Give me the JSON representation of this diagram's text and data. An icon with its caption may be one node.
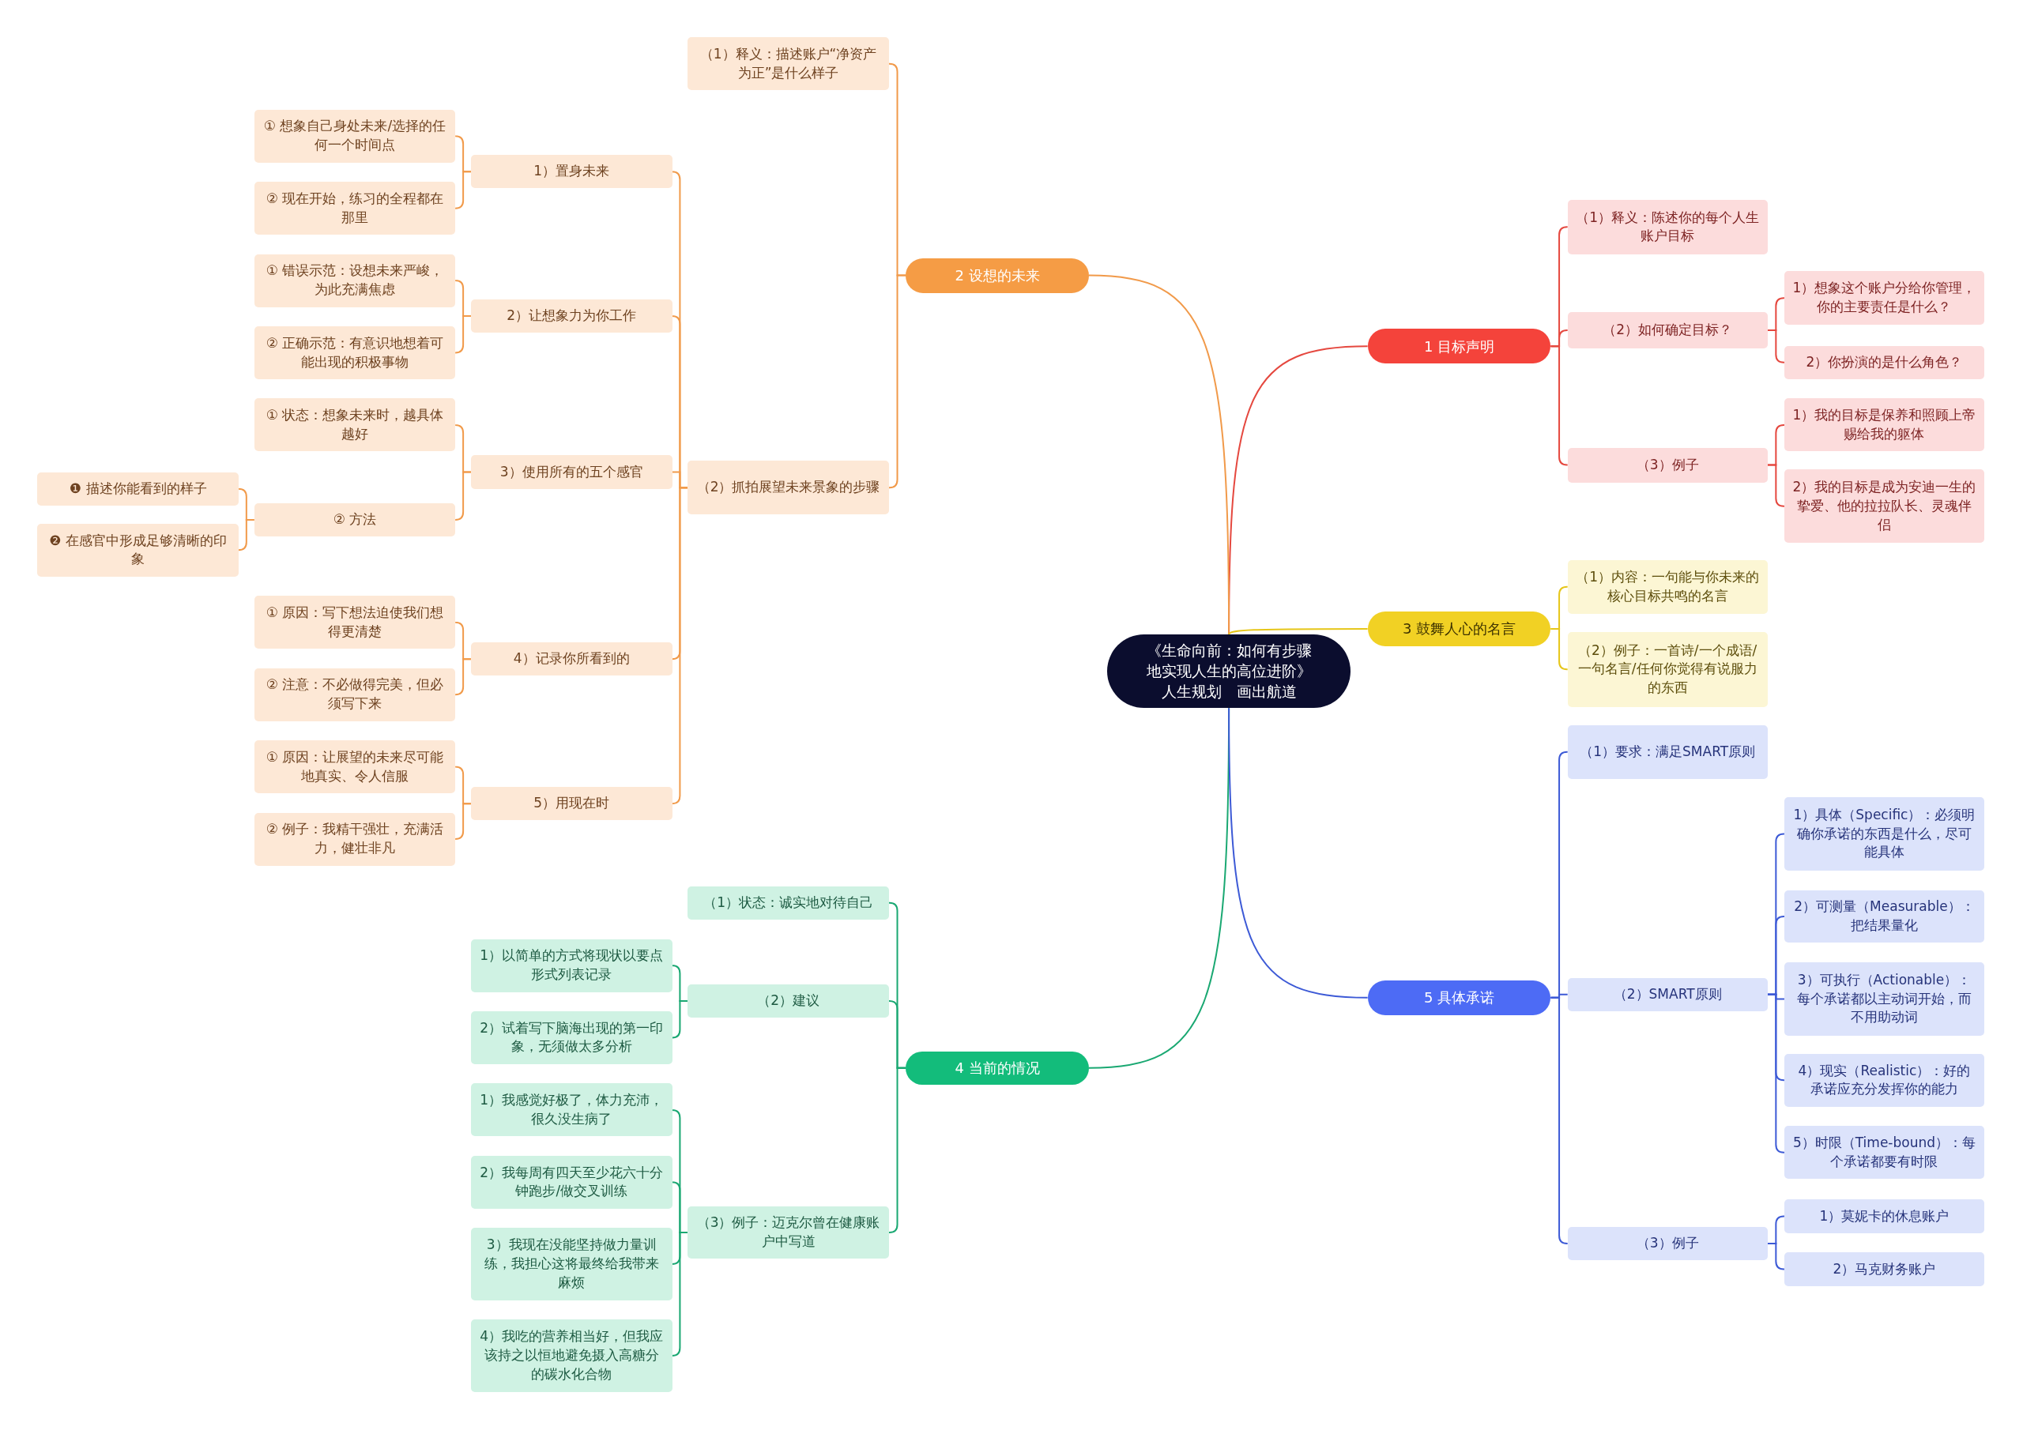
{
  "diagram": {
    "nodes": [
      {
        "text": [
          "《生命向前：如何有步骤地实现人生的高位进阶》",
          "人生规划　画出航道"
        ]
      },
      {
        "text": [
          "1 目标声明"
        ]
      },
      {
        "text": [
          "（1）释义：陈述你的每个人生账户目标"
        ]
      },
      {
        "text": [
          "（2）如何确定目标？"
        ]
      },
      {
        "text": [
          "1）想象这个账户分给你管理，你的主要责任是什么？"
        ]
      },
      {
        "text": [
          "2）你扮演的是什么角色？"
        ]
      },
      {
        "text": [
          "（3）例子"
        ]
      },
      {
        "text": [
          "1）我的目标是保养和照顾上帝赐给我的躯体"
        ]
      },
      {
        "text": [
          "2）我的目标是成为安迪一生的挚爱、他的拉拉队长、灵魂伴侣"
        ]
      },
      {
        "text": [
          "2 设想的未来"
        ]
      },
      {
        "text": [
          "（1）释义：描述账户“净资产为正”是什么样子"
        ]
      },
      {
        "text": [
          "（2）抓拍展望未来景象的步骤"
        ]
      },
      {
        "text": [
          "1）置身未来"
        ]
      },
      {
        "text": [
          "① 想象自己身处未来/选择的任何一个时间点"
        ]
      },
      {
        "text": [
          "② 现在开始，练习的全程都在那里"
        ]
      },
      {
        "text": [
          "2）让想象力为你工作"
        ]
      },
      {
        "text": [
          "① 错误示范：设想未来严峻，为此充满焦虑"
        ]
      },
      {
        "text": [
          "② 正确示范：有意识地想着可能出现的积极事物"
        ]
      },
      {
        "text": [
          "3）使用所有的五个感官"
        ]
      },
      {
        "text": [
          "① 状态：想象未来时，越具体越好"
        ]
      },
      {
        "text": [
          "② 方法"
        ]
      },
      {
        "text": [
          "❶ 描述你能看到的样子"
        ]
      },
      {
        "text": [
          "❷ 在感官中形成足够清晰的印象"
        ]
      },
      {
        "text": [
          "4）记录你所看到的"
        ]
      },
      {
        "text": [
          "① 原因：写下想法迫使我们想得更清楚"
        ]
      },
      {
        "text": [
          "② 注意：不必做得完美，但必须写下来"
        ]
      },
      {
        "text": [
          "5）用现在时"
        ]
      },
      {
        "text": [
          "① 原因：让展望的未来尽可能地真实、令人信服"
        ]
      },
      {
        "text": [
          "② 例子：我精干强壮，充满活力，健壮非凡"
        ]
      },
      {
        "text": [
          "3 鼓舞人心的名言"
        ]
      },
      {
        "text": [
          "（1）内容：一句能与你未来的核心目标共鸣的名言"
        ]
      },
      {
        "text": [
          "（2）例子：一首诗/一个成语/一句名言/任何你觉得有说服力的东西"
        ]
      },
      {
        "text": [
          "4 当前的情况"
        ]
      },
      {
        "text": [
          "（1）状态：诚实地对待自己"
        ]
      },
      {
        "text": [
          "（2）建议"
        ]
      },
      {
        "text": [
          "1）以简单的方式将现状以要点形式列表记录"
        ]
      },
      {
        "text": [
          "2）试着写下脑海出现的第一印象，无须做太多分析"
        ]
      },
      {
        "text": [
          "（3）例子：迈克尔曾在健康账户中写道"
        ]
      },
      {
        "text": [
          "1）我感觉好极了，体力充沛，很久没生病了"
        ]
      },
      {
        "text": [
          "2）我每周有四天至少花六十分钟跑步/做交叉训练"
        ]
      },
      {
        "text": [
          "3）我现在没能坚持做力量训练，我担心这将最终给我带来麻烦"
        ]
      },
      {
        "text": [
          "4）我吃的营养相当好，但我应该持之以恒地避免摄入高糖分的碳水化合物"
        ]
      },
      {
        "text": [
          "5 具体承诺"
        ]
      },
      {
        "text": [
          "（1）要求：满足SMART原则"
        ]
      },
      {
        "text": [
          "（2）SMART原则"
        ]
      },
      {
        "text": [
          "1）具体（Specific）：必须明确你承诺的东西是什么，尽可能具体"
        ]
      },
      {
        "text": [
          "2）可测量（Measurable）：把结果量化"
        ]
      },
      {
        "text": [
          "3）可执行（Actionable）：每个承诺都以主动词开始，而不用助动词"
        ]
      },
      {
        "text": [
          "4）现实（Realistic）：好的承诺应充分发挥你的能力"
        ]
      },
      {
        "text": [
          "5）时限（Time-bound）：每个承诺都要有时限"
        ]
      },
      {
        "text": [
          "（3）例子"
        ]
      },
      {
        "text": [
          "1）莫妮卡的休息账户"
        ]
      },
      {
        "text": [
          "2）马克财务账户"
        ]
      }
    ],
    "edges": [
      {
        "from": 0,
        "to": 1,
        "arrow": "none",
        "color": "#e5483f"
      },
      {
        "from": 1,
        "to": 2,
        "arrow": "none",
        "color": "#e5483f"
      },
      {
        "from": 1,
        "to": 3,
        "arrow": "none",
        "color": "#e5483f"
      },
      {
        "from": 3,
        "to": 4,
        "arrow": "none",
        "color": "#e5483f"
      },
      {
        "from": 3,
        "to": 5,
        "arrow": "none",
        "color": "#e5483f"
      },
      {
        "from": 1,
        "to": 6,
        "arrow": "none",
        "color": "#e5483f"
      },
      {
        "from": 6,
        "to": 7,
        "arrow": "none",
        "color": "#e5483f"
      },
      {
        "from": 6,
        "to": 8,
        "arrow": "none",
        "color": "#e5483f"
      },
      {
        "from": 0,
        "to": 9,
        "arrow": "none"
      },
      {
        "from": 9,
        "to": 10,
        "arrow": "none"
      },
      {
        "from": 9,
        "to": 11,
        "arrow": "none"
      },
      {
        "from": 11,
        "to": 12,
        "arrow": "none"
      },
      {
        "from": 12,
        "to": 13,
        "arrow": "none"
      },
      {
        "from": 12,
        "to": 14,
        "arrow": "none"
      },
      {
        "from": 11,
        "to": 15,
        "arrow": "none"
      },
      {
        "from": 15,
        "to": 16,
        "arrow": "none"
      },
      {
        "from": 15,
        "to": 17,
        "arrow": "none"
      },
      {
        "from": 11,
        "to": 18,
        "arrow": "none"
      },
      {
        "from": 18,
        "to": 19,
        "arrow": "none"
      },
      {
        "from": 18,
        "to": 20,
        "arrow": "none"
      },
      {
        "from": 20,
        "to": 21,
        "arrow": "none"
      },
      {
        "from": 20,
        "to": 22,
        "arrow": "none"
      },
      {
        "from": 11,
        "to": 23,
        "arrow": "none"
      },
      {
        "from": 23,
        "to": 24,
        "arrow": "none"
      },
      {
        "from": 23,
        "to": 25,
        "arrow": "none"
      },
      {
        "from": 11,
        "to": 26,
        "arrow": "none"
      },
      {
        "from": 26,
        "to": 27,
        "arrow": "none"
      },
      {
        "from": 26,
        "to": 28,
        "arrow": "none"
      },
      {
        "from": 0,
        "to": 29,
        "arrow": "none",
        "color": "#e6c619"
      },
      {
        "from": 29,
        "to": 30,
        "arrow": "none",
        "color": "#e6c619"
      },
      {
        "from": 29,
        "to": 31,
        "arrow": "none",
        "color": "#e6c619"
      },
      {
        "from": 0,
        "to": 32,
        "arrow": "none",
        "color": "#1aa872"
      },
      {
        "from": 32,
        "to": 33,
        "arrow": "none",
        "color": "#1aa872"
      },
      {
        "from": 32,
        "to": 34,
        "arrow": "none",
        "color": "#1aa872"
      },
      {
        "from": 34,
        "to": 35,
        "arrow": "none",
        "color": "#1aa872"
      },
      {
        "from": 34,
        "to": 36,
        "arrow": "none",
        "color": "#1aa872"
      },
      {
        "from": 32,
        "to": 37,
        "arrow": "none",
        "color": "#1aa872"
      },
      {
        "from": 37,
        "to": 38,
        "arrow": "none",
        "color": "#1aa872"
      },
      {
        "from": 37,
        "to": 39,
        "arrow": "none",
        "color": "#1aa872"
      },
      {
        "from": 37,
        "to": 40,
        "arrow": "none",
        "color": "#1aa872"
      },
      {
        "from": 37,
        "to": 41,
        "arrow": "none",
        "color": "#1aa872"
      },
      {
        "from": 0,
        "to": 42,
        "arrow": "none",
        "color": "#3d5ad6"
      },
      {
        "from": 42,
        "to": 43,
        "arrow": "none",
        "color": "#3d5ad6"
      },
      {
        "from": 42,
        "to": 44,
        "arrow": "none",
        "color": "#3d5ad6"
      },
      {
        "from": 44,
        "to": 45,
        "arrow": "none",
        "color": "#3d5ad6"
      },
      {
        "from": 44,
        "to": 46,
        "arrow": "none",
        "color": "#3d5ad6"
      },
      {
        "from": 44,
        "to": 47,
        "arrow": "none",
        "color": "#3d5ad6"
      },
      {
        "from": 44,
        "to": 48,
        "arrow": "none",
        "color": "#3d5ad6"
      },
      {
        "from": 44,
        "to": 49,
        "arrow": "none",
        "color": "#3d5ad6"
      },
      {
        "from": 42,
        "to": 50,
        "arrow": "none",
        "color": "#3d5ad6"
      },
      {
        "from": 50,
        "to": 51,
        "arrow": "none",
        "color": "#3d5ad6"
      },
      {
        "from": 50,
        "to": 52,
        "arrow": "none",
        "color": "#3d5ad6"
      }
    ]
  }
}
